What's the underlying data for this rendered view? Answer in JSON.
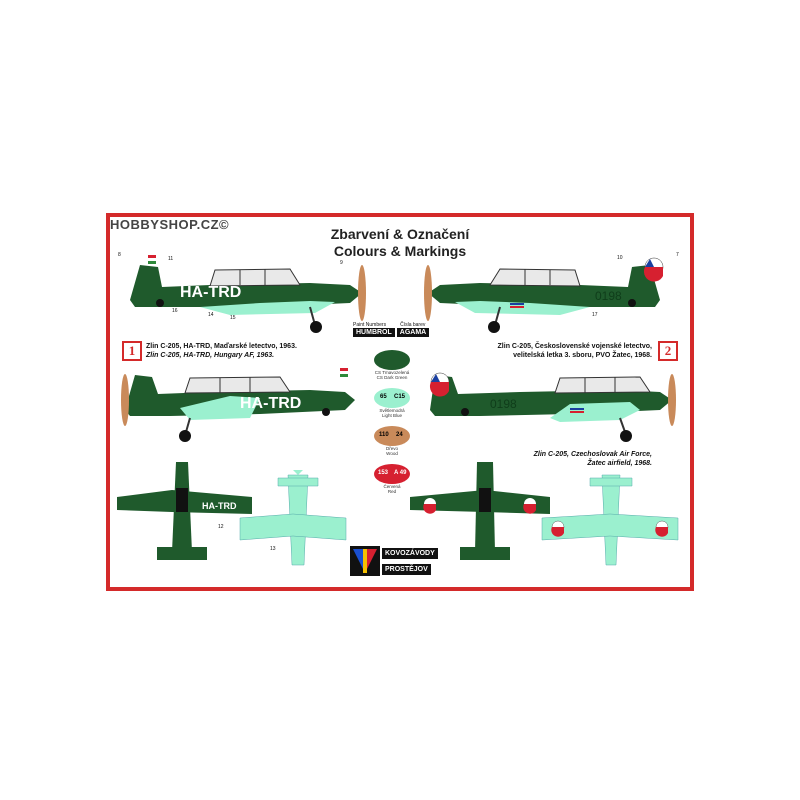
{
  "watermark": "HOBBYSHOP.CZ©",
  "title": {
    "line1": "Zbarvení & Označení",
    "line2": "Colours & Markings"
  },
  "reg_left": "HA-TRD",
  "reg_right": "0198",
  "paint_header": {
    "numbers_label": "Paint Numbers",
    "czech_label": "Čísla barev",
    "brand1": "HUMBROL",
    "brand2": "AGAMA"
  },
  "paints": [
    {
      "hum": "",
      "aga": "",
      "label1": "CS Tmavozelená",
      "label2": "CS Dark Green",
      "color": "#1f5a2c"
    },
    {
      "hum": "65",
      "aga": "C15",
      "label1": "Světlemodrá",
      "label2": "Light Blue",
      "color": "#9bf0cf"
    },
    {
      "hum": "110",
      "aga": "24",
      "label1": "Dřevo",
      "label2": "Wood",
      "color": "#c98a5a"
    },
    {
      "hum": "153",
      "aga": "A 49",
      "label1": "Červená",
      "label2": "Red",
      "color": "#d62030"
    }
  ],
  "captions": {
    "one": {
      "num": "1",
      "line1": "Zlin C-205, HA-TRD, Maďarské letectvo, 1963.",
      "line2": "Zlin C-205, HA-TRD, Hungary AF, 1963."
    },
    "two": {
      "num": "2",
      "line1": "Zlin C-205, Československé vojenské letectvo,",
      "line2": "velitelská letka 3. sboru, PVO Žatec, 1968.",
      "line3": "Zlin C-205, Czechoslovak Air Force,",
      "line4": "Žatec airfield, 1968."
    }
  },
  "callouts": {
    "n8": "8",
    "n11": "11",
    "n14": "14",
    "n15": "15",
    "n16": "16",
    "n9": "9",
    "n7": "7",
    "n10": "10",
    "n17": "17",
    "n12": "12",
    "n13": "13"
  },
  "logo": {
    "line1": "KOVOZÁVODY",
    "line2": "PROSTĚJOV"
  },
  "colors": {
    "dark_green": "#1f5a2c",
    "light_blue": "#9bf0cf",
    "frame_red": "#d42a2a",
    "wood": "#c98a5a",
    "red": "#d62030"
  }
}
